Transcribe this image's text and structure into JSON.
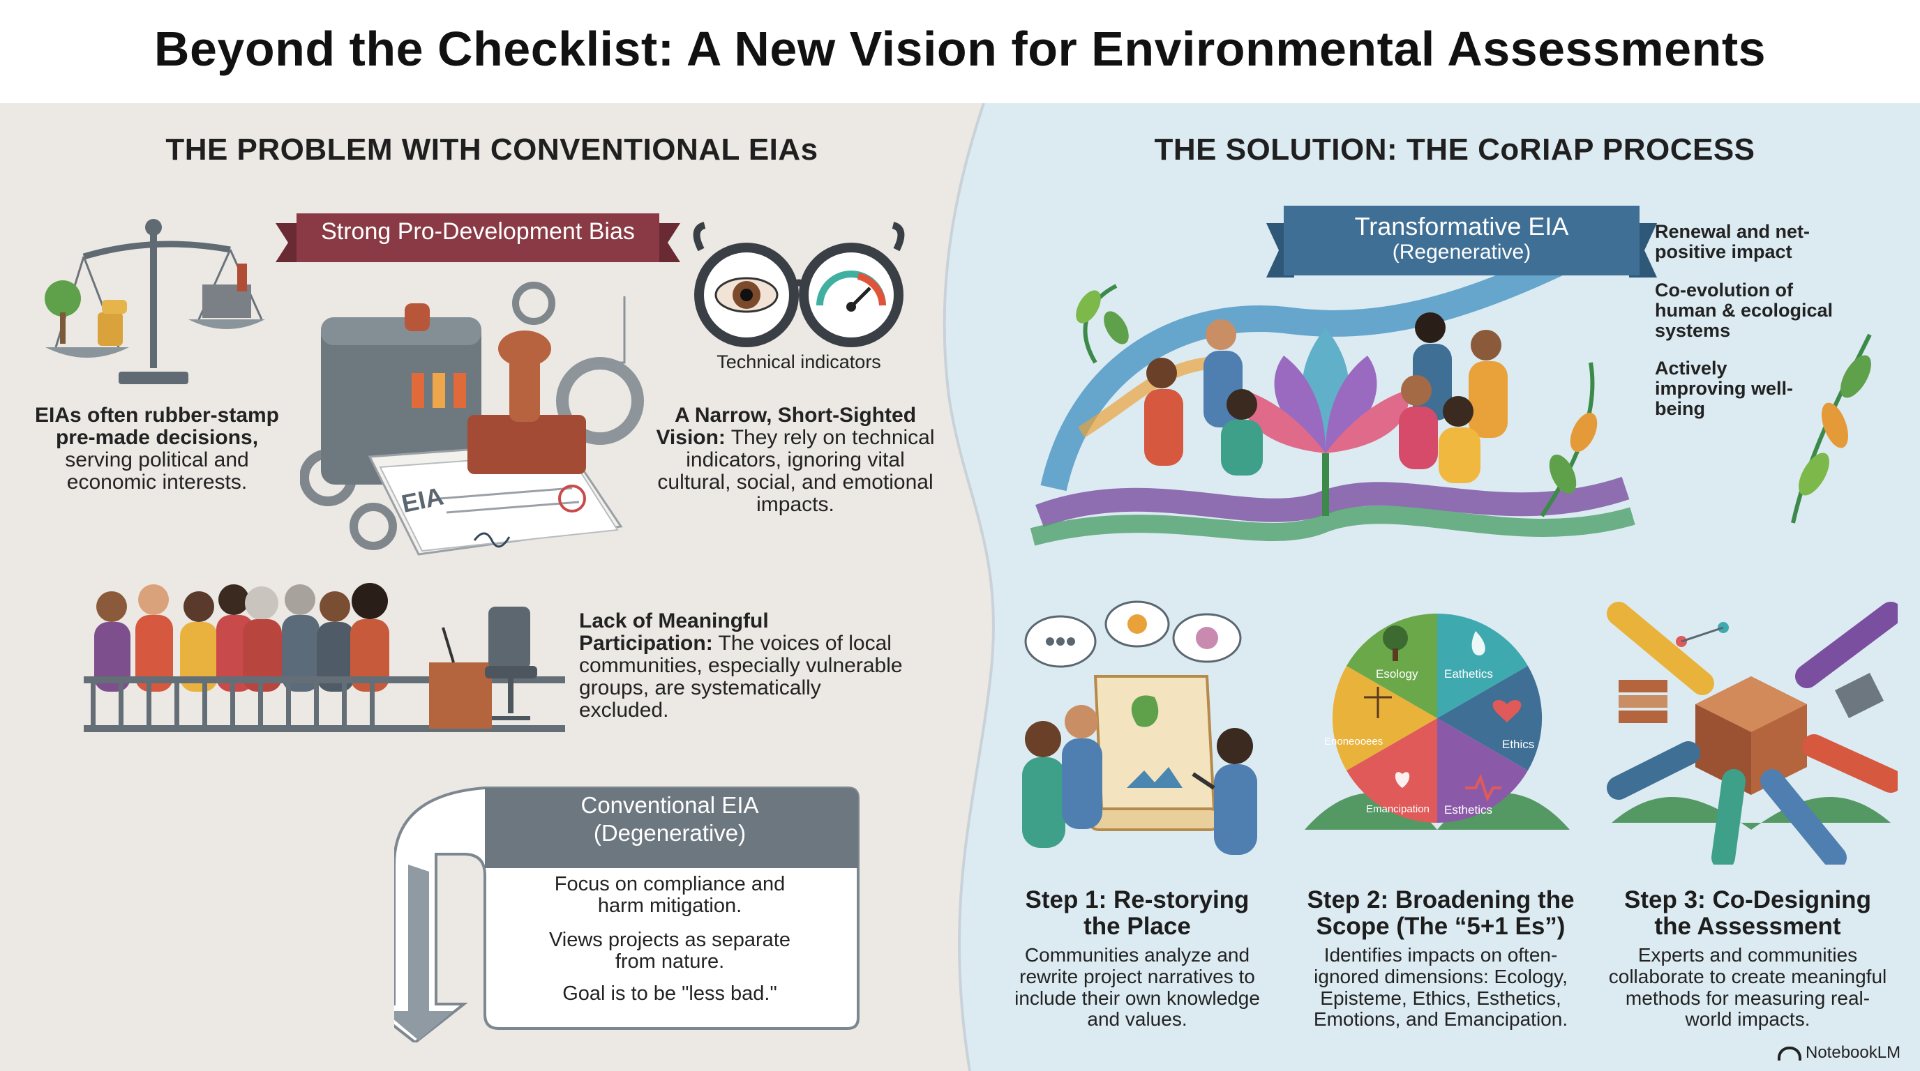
{
  "title": "Beyond the Checklist: A New Vision for Environmental Assessments",
  "colors": {
    "left_bg": "#ece9e4",
    "right_bg": "#dcebf2",
    "ribbon_red": "#8a3a44",
    "ribbon_blue": "#3f6f95",
    "degenerative_header": "#6d7780",
    "arrow_gray": "#8f9aa3"
  },
  "problem": {
    "heading": "THE PROBLEM WITH CONVENTIONAL EIAs",
    "bias_ribbon": "Strong Pro-Development Bias",
    "rubber_stamp": {
      "bold": "EIAs often rubber-stamp pre-made decisions,",
      "rest": "serving political and economic interests."
    },
    "stamp_label": "EIA",
    "glasses_caption": "Technical indicators",
    "narrow_vision": {
      "bold": "A Narrow, Short-Sighted Vision:",
      "rest": "They rely on technical indicators, ignoring vital cultural, social, and emotional impacts."
    },
    "participation": {
      "bold": "Lack of Meaningful Participation:",
      "rest": "The voices of local communities, especially vulnerable groups, are systematically excluded."
    },
    "conventional": {
      "header_line1": "Conventional EIA",
      "header_line2": "(Degenerative)",
      "point1": "Focus on compliance and harm mitigation.",
      "point2": "Views projects as separate from nature.",
      "point3": "Goal is to be \"less bad.\""
    }
  },
  "solution": {
    "heading": "THE SOLUTION: THE CoRIAP PROCESS",
    "transformative": {
      "line1": "Transformative EIA",
      "line2": "(Regenerative)"
    },
    "benefits": {
      "b1": "Renewal and net-positive impact",
      "b2": "Co-evolution of human & ecological systems",
      "b3": "Actively improving well-being"
    },
    "pie_labels": [
      "Esology",
      "Eathetics",
      "Ethics",
      "Esthetics",
      "Emancipation",
      "Enoneooees"
    ],
    "steps": [
      {
        "title": "Step 1: Re-storying the Place",
        "desc": "Communities analyze and rewrite project narratives to include their own knowledge and values."
      },
      {
        "title": "Step 2: Broadening the Scope (The “5+1 Es”)",
        "desc": "Identifies impacts on often-ignored dimensions: Ecology, Episteme, Ethics, Esthetics, Emotions, and Emancipation."
      },
      {
        "title": "Step 3: Co-Designing the Assessment",
        "desc": "Experts and communities collaborate to create meaningful methods for measuring real-world impacts."
      }
    ]
  },
  "brand": "NotebookLM"
}
